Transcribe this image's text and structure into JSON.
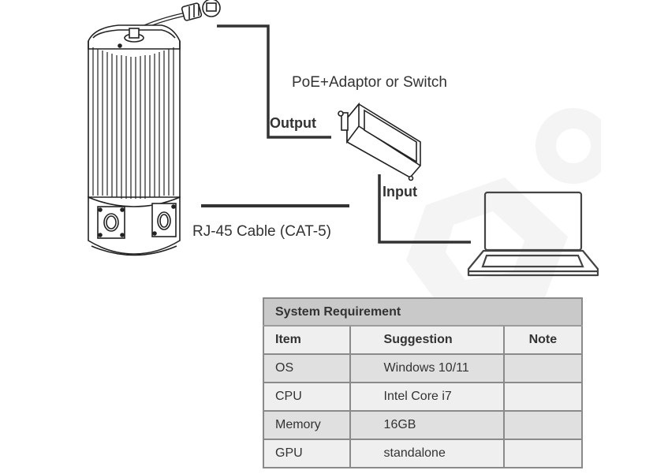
{
  "diagram": {
    "labels": {
      "poe_device": "PoE+Adaptor or Switch",
      "output": "Output",
      "input": "Input",
      "cable": "RJ-45 Cable (CAT-5)"
    },
    "devices": [
      {
        "name": "camera",
        "icon": "camera-icon"
      },
      {
        "name": "poe-adaptor",
        "icon": "poe-adaptor-icon"
      },
      {
        "name": "laptop",
        "icon": "laptop-icon"
      }
    ],
    "colors": {
      "line": "#333333",
      "watermark": "#f3f3f3"
    }
  },
  "requirements_table": {
    "title": "System Requirement",
    "columns": [
      "Item",
      "Suggestion",
      "Note"
    ],
    "rows": [
      {
        "item": "OS",
        "suggestion": "Windows 10/11",
        "note": ""
      },
      {
        "item": "CPU",
        "suggestion": "Intel Core i7",
        "note": ""
      },
      {
        "item": "Memory",
        "suggestion": "16GB",
        "note": ""
      },
      {
        "item": "GPU",
        "suggestion": "standalone",
        "note": ""
      }
    ]
  }
}
